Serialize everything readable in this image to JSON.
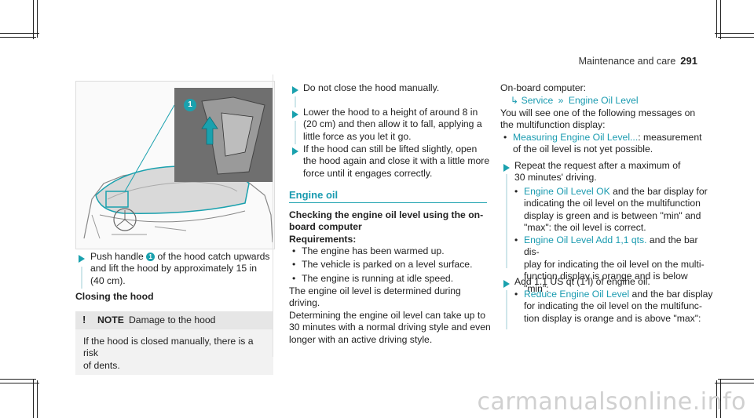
{
  "header": {
    "title": "Maintenance and care",
    "page": "291"
  },
  "figure": {
    "callout": "1"
  },
  "left": {
    "step1_prefix": "Push handle",
    "step1_badge": "1",
    "step1_line1_suffix": "of the hood catch upwards",
    "step1_line2": "and lift the hood by approximately 15 in",
    "step1_line3": "(40 cm).",
    "closing_heading": "Closing the hood",
    "note_icon": "!",
    "note_title": "NOTE",
    "note_subject": "Damage to the hood",
    "note_line1": "If the hood is closed manually, there is a risk",
    "note_line2": "of dents."
  },
  "middle": {
    "step1": "Do not close the hood manually.",
    "step2_lines": [
      "Lower the hood to a height of around 8 in",
      "(20 cm) and then allow it to fall, applying a",
      "little force as you let it go."
    ],
    "step3_lines": [
      "If the hood can still be lifted slightly, open",
      "the hood again and close it with a little more",
      "force until it engages correctly."
    ],
    "section_title": "Engine oil",
    "check_heading_lines": [
      "Checking the engine oil level using the on-",
      "board computer"
    ],
    "requirements": "Requirements:",
    "req_items": [
      "The engine has been warmed up.",
      "The vehicle is parked on a level surface.",
      "The engine is running at idle speed."
    ],
    "body_lines": [
      "The engine oil level is determined during driving.",
      "Determining the engine oil level can take up to",
      "30 minutes with a normal driving style and even",
      "longer with an active driving style."
    ]
  },
  "right": {
    "obc_label": "On-board computer:",
    "menu_service": "Service",
    "menu_sep": "»",
    "menu_item": "Engine Oil Level",
    "intro_lines": [
      "You will see one of the following messages on",
      "the multifunction display:"
    ],
    "msg1_teal": "Measuring Engine Oil Level...",
    "msg1_rest": ": measurement",
    "msg1_line2": "of the oil level is not yet possible.",
    "repeat_lines": [
      "Repeat the request after a maximum of",
      "30 minutes' driving."
    ],
    "msg2_teal": "Engine Oil Level OK",
    "msg2_rest": " and the bar display for",
    "msg2_lines": [
      "indicating the oil level on the multifunction",
      "display is green and is between \"min\" and",
      "\"max\": the oil level is correct."
    ],
    "msg3_teal": "Engine Oil Level Add 1,1 qts.",
    "msg3_rest": " and the bar dis-",
    "msg3_lines": [
      "play for indicating the oil level on the multi-",
      "function display is orange and is below \"min\":"
    ],
    "add_line": "Add 1.1 US qt (1 l) of engine oil.",
    "msg4_teal": "Reduce Engine Oil Level",
    "msg4_rest": " and the bar display",
    "msg4_lines": [
      "for indicating the oil level on the multifunc-",
      "tion display is orange and is above \"max\":"
    ]
  },
  "watermark": "carmanualsonline.info",
  "colors": {
    "accent": "#1aa1ae",
    "link": "#1a9bb0"
  }
}
